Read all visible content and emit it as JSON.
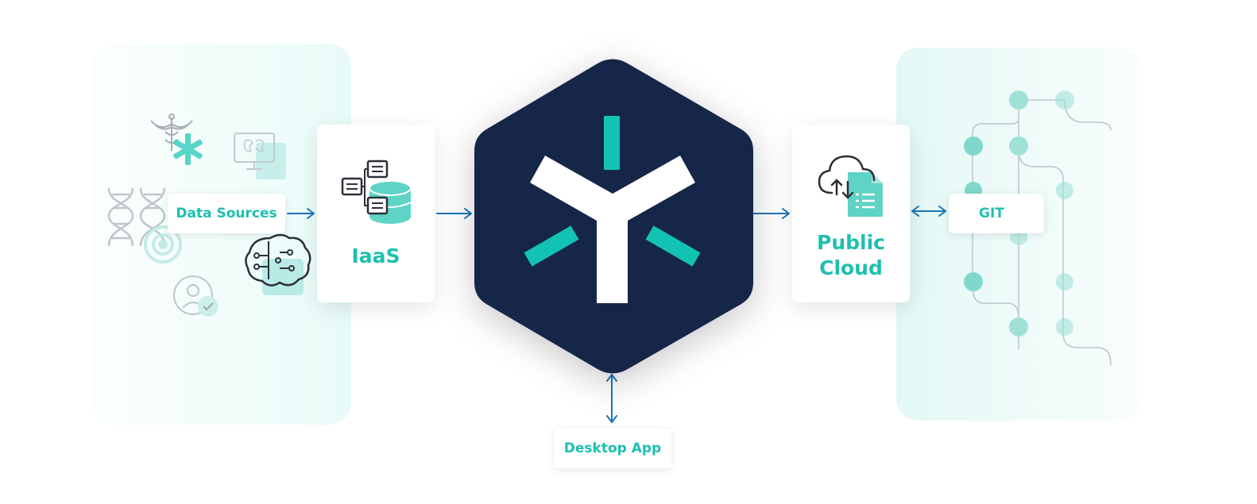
{
  "nodes": {
    "data_sources": "Data Sources",
    "iaas": "IaaS",
    "public_cloud": "Public Cloud",
    "git": "GIT",
    "desktop_app": "Desktop App"
  },
  "colors": {
    "navy": "#15264a",
    "teal": "#1ebfb0",
    "arrow_blue": "#1a74b8",
    "icon_gray": "#b9bec4"
  }
}
